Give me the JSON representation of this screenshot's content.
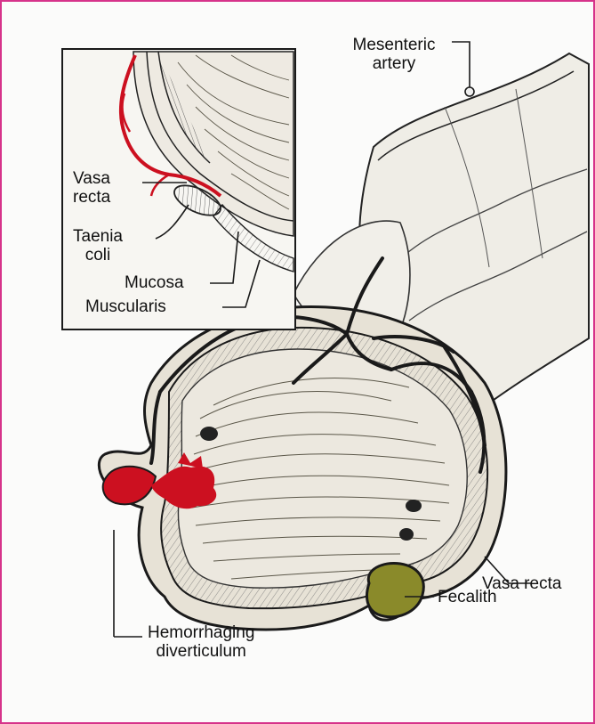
{
  "labels": {
    "mesenteric_artery": "Mesenteric\nartery",
    "vasa_recta_inset": "Vasa\nrecta",
    "taenia_coli": "Taenia\ncoli",
    "mucosa": "Mucosa",
    "muscularis": "Muscularis",
    "vasa_recta_main": "Vasa recta",
    "fecalith": "Fecalith",
    "hemorrhaging_diverticulum": "Hemorrhaging\ndiverticulum"
  },
  "colors": {
    "frame_border": "#d6338a",
    "blood": "#cc1020",
    "fecalith": "#8a8a2a",
    "tissue": "#eeeae2",
    "ink": "#1a1a1a"
  }
}
